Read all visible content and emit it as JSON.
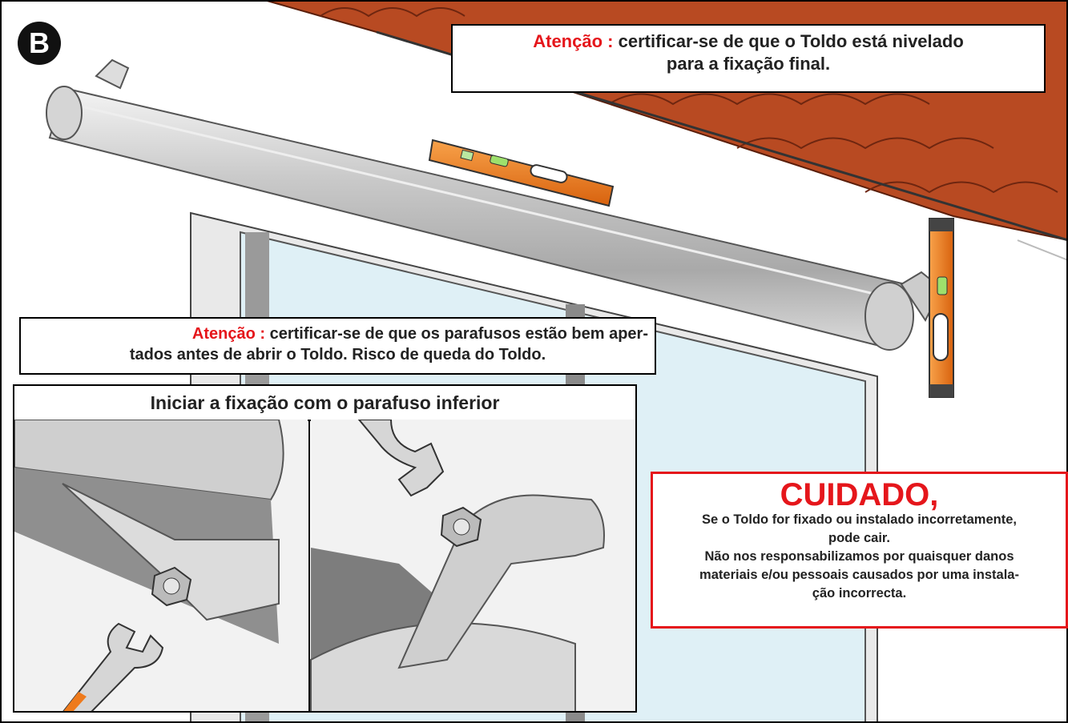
{
  "step_label": "B",
  "colors": {
    "warning_red": "#e5161b",
    "roof_tile": "#b84a22",
    "level_orange": "#ee7a1c",
    "glass": "#dff0f6"
  },
  "attention_top": {
    "label": "Atenção :",
    "text_line1": "certificar-se de que o Toldo está nivelado",
    "text_line2": "para a fixação final."
  },
  "attention_screws": {
    "label": "Atenção :",
    "text_line1": "certificar-se de que os parafusos estão bem aper-",
    "text_line2": "tados antes de abrir o Toldo. Risco de queda do Toldo."
  },
  "detail_panel": {
    "title": "Iniciar a fixação com o parafuso inferior"
  },
  "caution": {
    "title": "CUIDADO,",
    "line1": "Se o Toldo for fixado ou instalado incorretamente,",
    "line2": "pode cair.",
    "line3": "Não nos responsabilizamos por quaisquer danos",
    "line4": "materiais e/ou pessoais causados por uma instala-",
    "line5": "ção incorrecta."
  },
  "icons": [
    "spirit-level-icon",
    "wrench-icon",
    "bolt-icon"
  ]
}
